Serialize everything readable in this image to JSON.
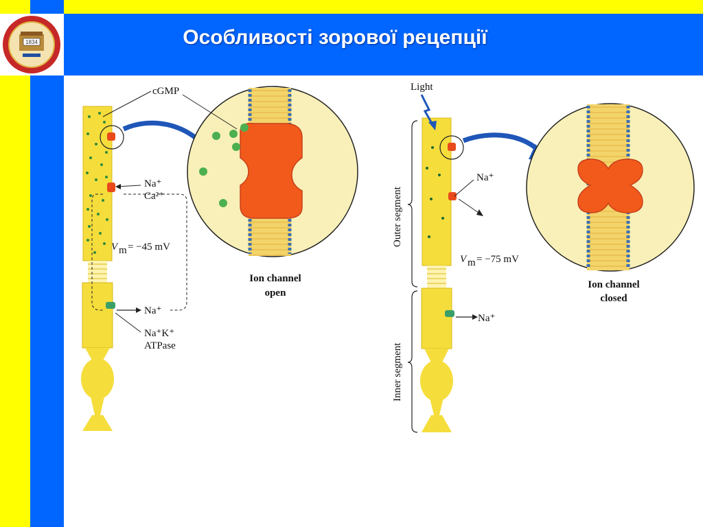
{
  "slide": {
    "title": "Особливості зорової рецепції"
  },
  "colors": {
    "yellow": "#ffff00",
    "blue": "#0066ff",
    "cell": "#f5dd3c",
    "channel": "#f25a1c",
    "cgmp": "#4caf50",
    "membrane": "#3b6fb3"
  },
  "logo": {
    "emblem_text": "1834"
  },
  "left_panel": {
    "cgmp_label": "cGMP",
    "na_label": "Na⁺",
    "ca_label": "Ca²⁺",
    "vm_label": "V",
    "vm_sub": "m",
    "vm_value": "= −45 mV",
    "na_out_label": "Na⁺",
    "pump_label_1": "Na⁺K⁺",
    "pump_label_2": "ATPase",
    "caption_1": "Ion channel",
    "caption_2": "open"
  },
  "right_panel": {
    "light_label": "Light",
    "na_label": "Na⁺",
    "vm_label": "V",
    "vm_sub": "m",
    "vm_value": "= −75 mV",
    "na_out_label": "Na⁺",
    "outer_segment": "Outer segment",
    "inner_segment": "Inner segment",
    "caption_1": "Ion channel",
    "caption_2": "closed"
  }
}
